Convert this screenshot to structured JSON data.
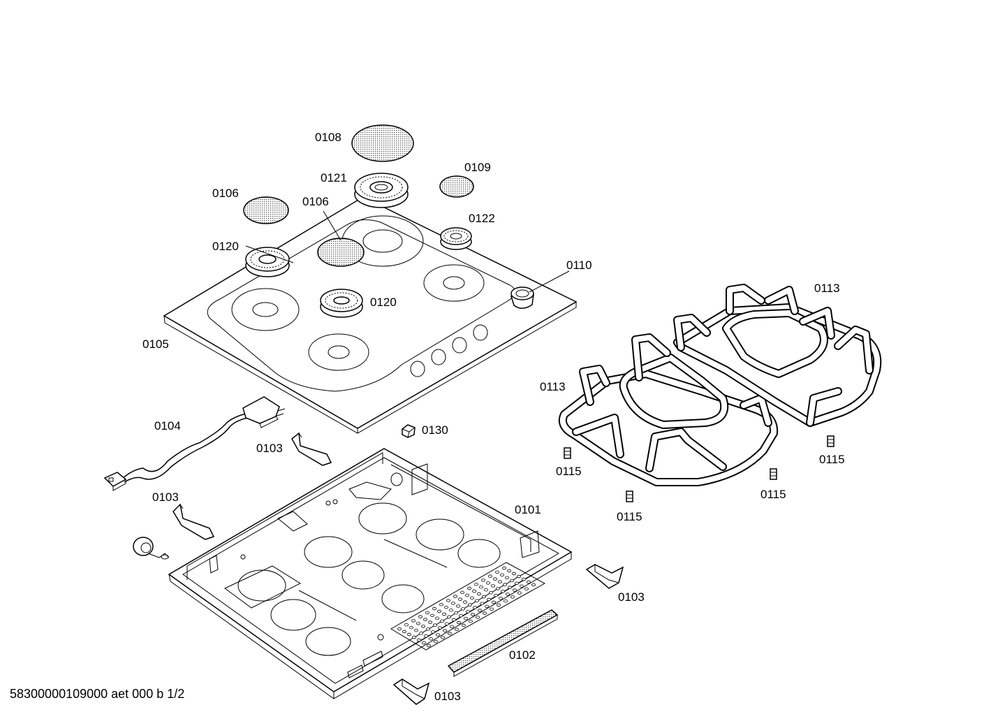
{
  "labels": {
    "p0108": "0108",
    "p0121": "0121",
    "p0109": "0109",
    "p0106a": "0106",
    "p0106b": "0106",
    "p0122": "0122",
    "p0120a": "0120",
    "p0120b": "0120",
    "p0110": "0110",
    "p0105": "0105",
    "p0113a": "0113",
    "p0113b": "0113",
    "p0104": "0104",
    "p0103a": "0103",
    "p0103b": "0103",
    "p0103c": "0103",
    "p0103d": "0103",
    "p0130": "0130",
    "p0101": "0101",
    "p0115a": "0115",
    "p0115b": "0115",
    "p0115c": "0115",
    "p0115d": "0115",
    "p0102": "0102"
  },
  "footer": "58300000109000 aet 000 b 1/2"
}
